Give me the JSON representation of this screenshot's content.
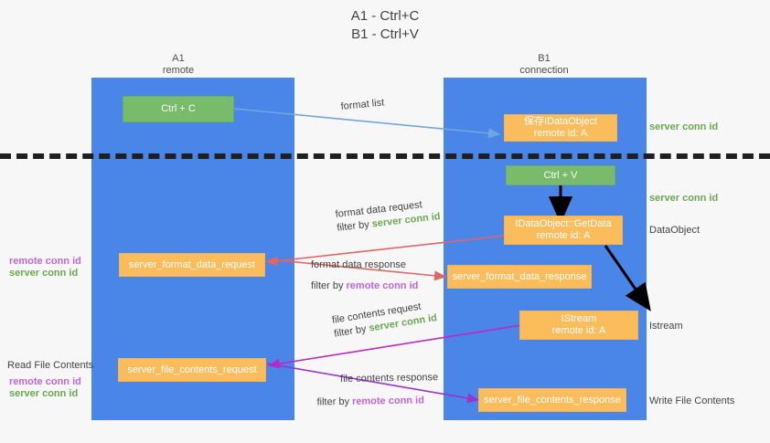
{
  "title": "A1 - Ctrl+C\nB1 - Ctrl+V",
  "lanes": [
    {
      "id": "a1",
      "title": "A1\nremote"
    },
    {
      "id": "b1",
      "title": "B1\nconnection"
    }
  ],
  "nodes": {
    "ctrl_c": {
      "line1": "Ctrl + C"
    },
    "save_dataobject": {
      "line1": "保存IDataObject",
      "line2": "remote id: A"
    },
    "ctrl_v": {
      "line1": "Ctrl + V"
    },
    "getdata": {
      "line1": "IDataObject::GetData",
      "line2": "remote id: A"
    },
    "istream": {
      "line1": "IStream",
      "line2": "remote id: A"
    },
    "server_format_data_request": {
      "line1": "server_format_data_request"
    },
    "server_format_data_response": {
      "line1": "server_format_data_response"
    },
    "server_file_contents_request": {
      "line1": "server_file_contents_request"
    },
    "server_file_contents_response": {
      "line1": "server_file_contents_response"
    }
  },
  "edge_labels": {
    "format_list": "format list",
    "format_data_request": "format data request",
    "format_data_request_filter_prefix": "filter by ",
    "format_data_request_filter_value": "server conn id",
    "format_data_response": "format data response",
    "format_data_response_filter_prefix": "filter by ",
    "format_data_response_filter_value": "remote conn id",
    "file_contents_request": "file contents request",
    "file_contents_request_filter_prefix": "filter by ",
    "file_contents_request_filter_value": "server conn id",
    "file_contents_response": "file contents response",
    "file_contents_response_filter_prefix": "filter by ",
    "file_contents_response_filter_value": "remote conn id"
  },
  "right_labels": {
    "server_conn_id_top": "server conn id",
    "server_conn_id_mid": "server conn id",
    "dataobject": "DataObject",
    "istream": "Istream",
    "write_file_contents": "Write File Contents"
  },
  "left_labels": {
    "remote_conn_id_1": "remote conn id",
    "server_conn_id_1": "server conn id",
    "read_file_contents": "Read File Contents",
    "remote_conn_id_2": "remote conn id",
    "server_conn_id_2": "server conn id"
  },
  "colors": {
    "lane": "#4a86e8",
    "node_orange": "#fbbc5c",
    "node_green": "#77bb6b",
    "green_text": "#6aa84f",
    "purple_text": "#c264d9",
    "arrow_blue": "#6fa8dc",
    "arrow_red": "#e06666",
    "arrow_magenta": "#c027c0",
    "arrow_purple": "#9933cc",
    "arrow_black": "#000000",
    "divider": "#1f1f1f",
    "background": "#f7f7f7"
  }
}
